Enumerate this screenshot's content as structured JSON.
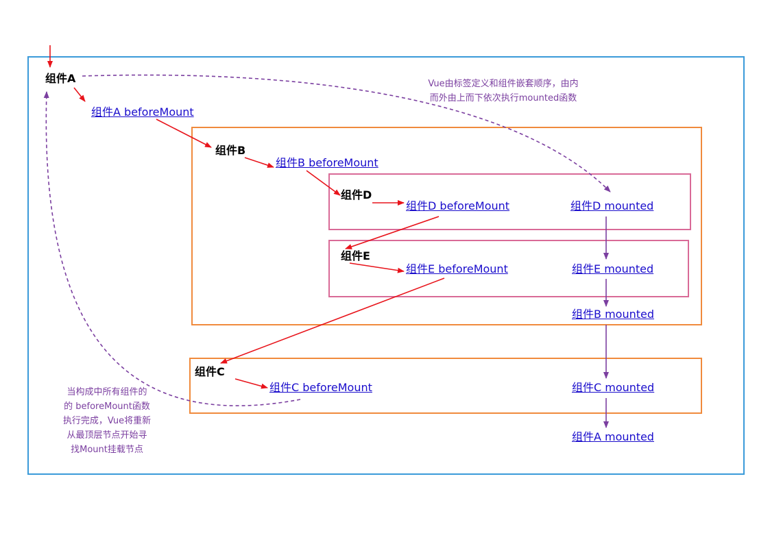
{
  "colors": {
    "outer_border": "#3a9ad9",
    "component_border": "#f08a3c",
    "child_border": "#d96a97",
    "call_arrow": "#e8141b",
    "mount_arrow": "#7b3fa0",
    "link_text": "#1a0dcc",
    "note_text": "#7b3fa0"
  },
  "nodes": {
    "a": "组件A",
    "b": "组件B",
    "c": "组件C",
    "d": "组件D",
    "e": "组件E"
  },
  "before_mount": {
    "a": "组件A beforeMount",
    "b": "组件B  beforeMount",
    "c": "组件C beforeMount",
    "d": "组件D beforeMount",
    "e": "组件E beforeMount"
  },
  "mounted": {
    "d": "组件D mounted",
    "e": "组件E mounted",
    "b": "组件B mounted",
    "c": "组件C mounted",
    "a": "组件A mounted"
  },
  "notes": {
    "order": {
      "line1": "Vue由标签定义和组件嵌套顺序，由内",
      "line2": "而外由上而下依次执行mounted函数"
    },
    "restart": {
      "line1": "当构成中所有组件的",
      "line2": "的 beforeMount函数",
      "line3": "执行完成，Vue将重新",
      "line4": "从最顶层节点开始寻",
      "line5": "找Mount挂载节点"
    }
  }
}
